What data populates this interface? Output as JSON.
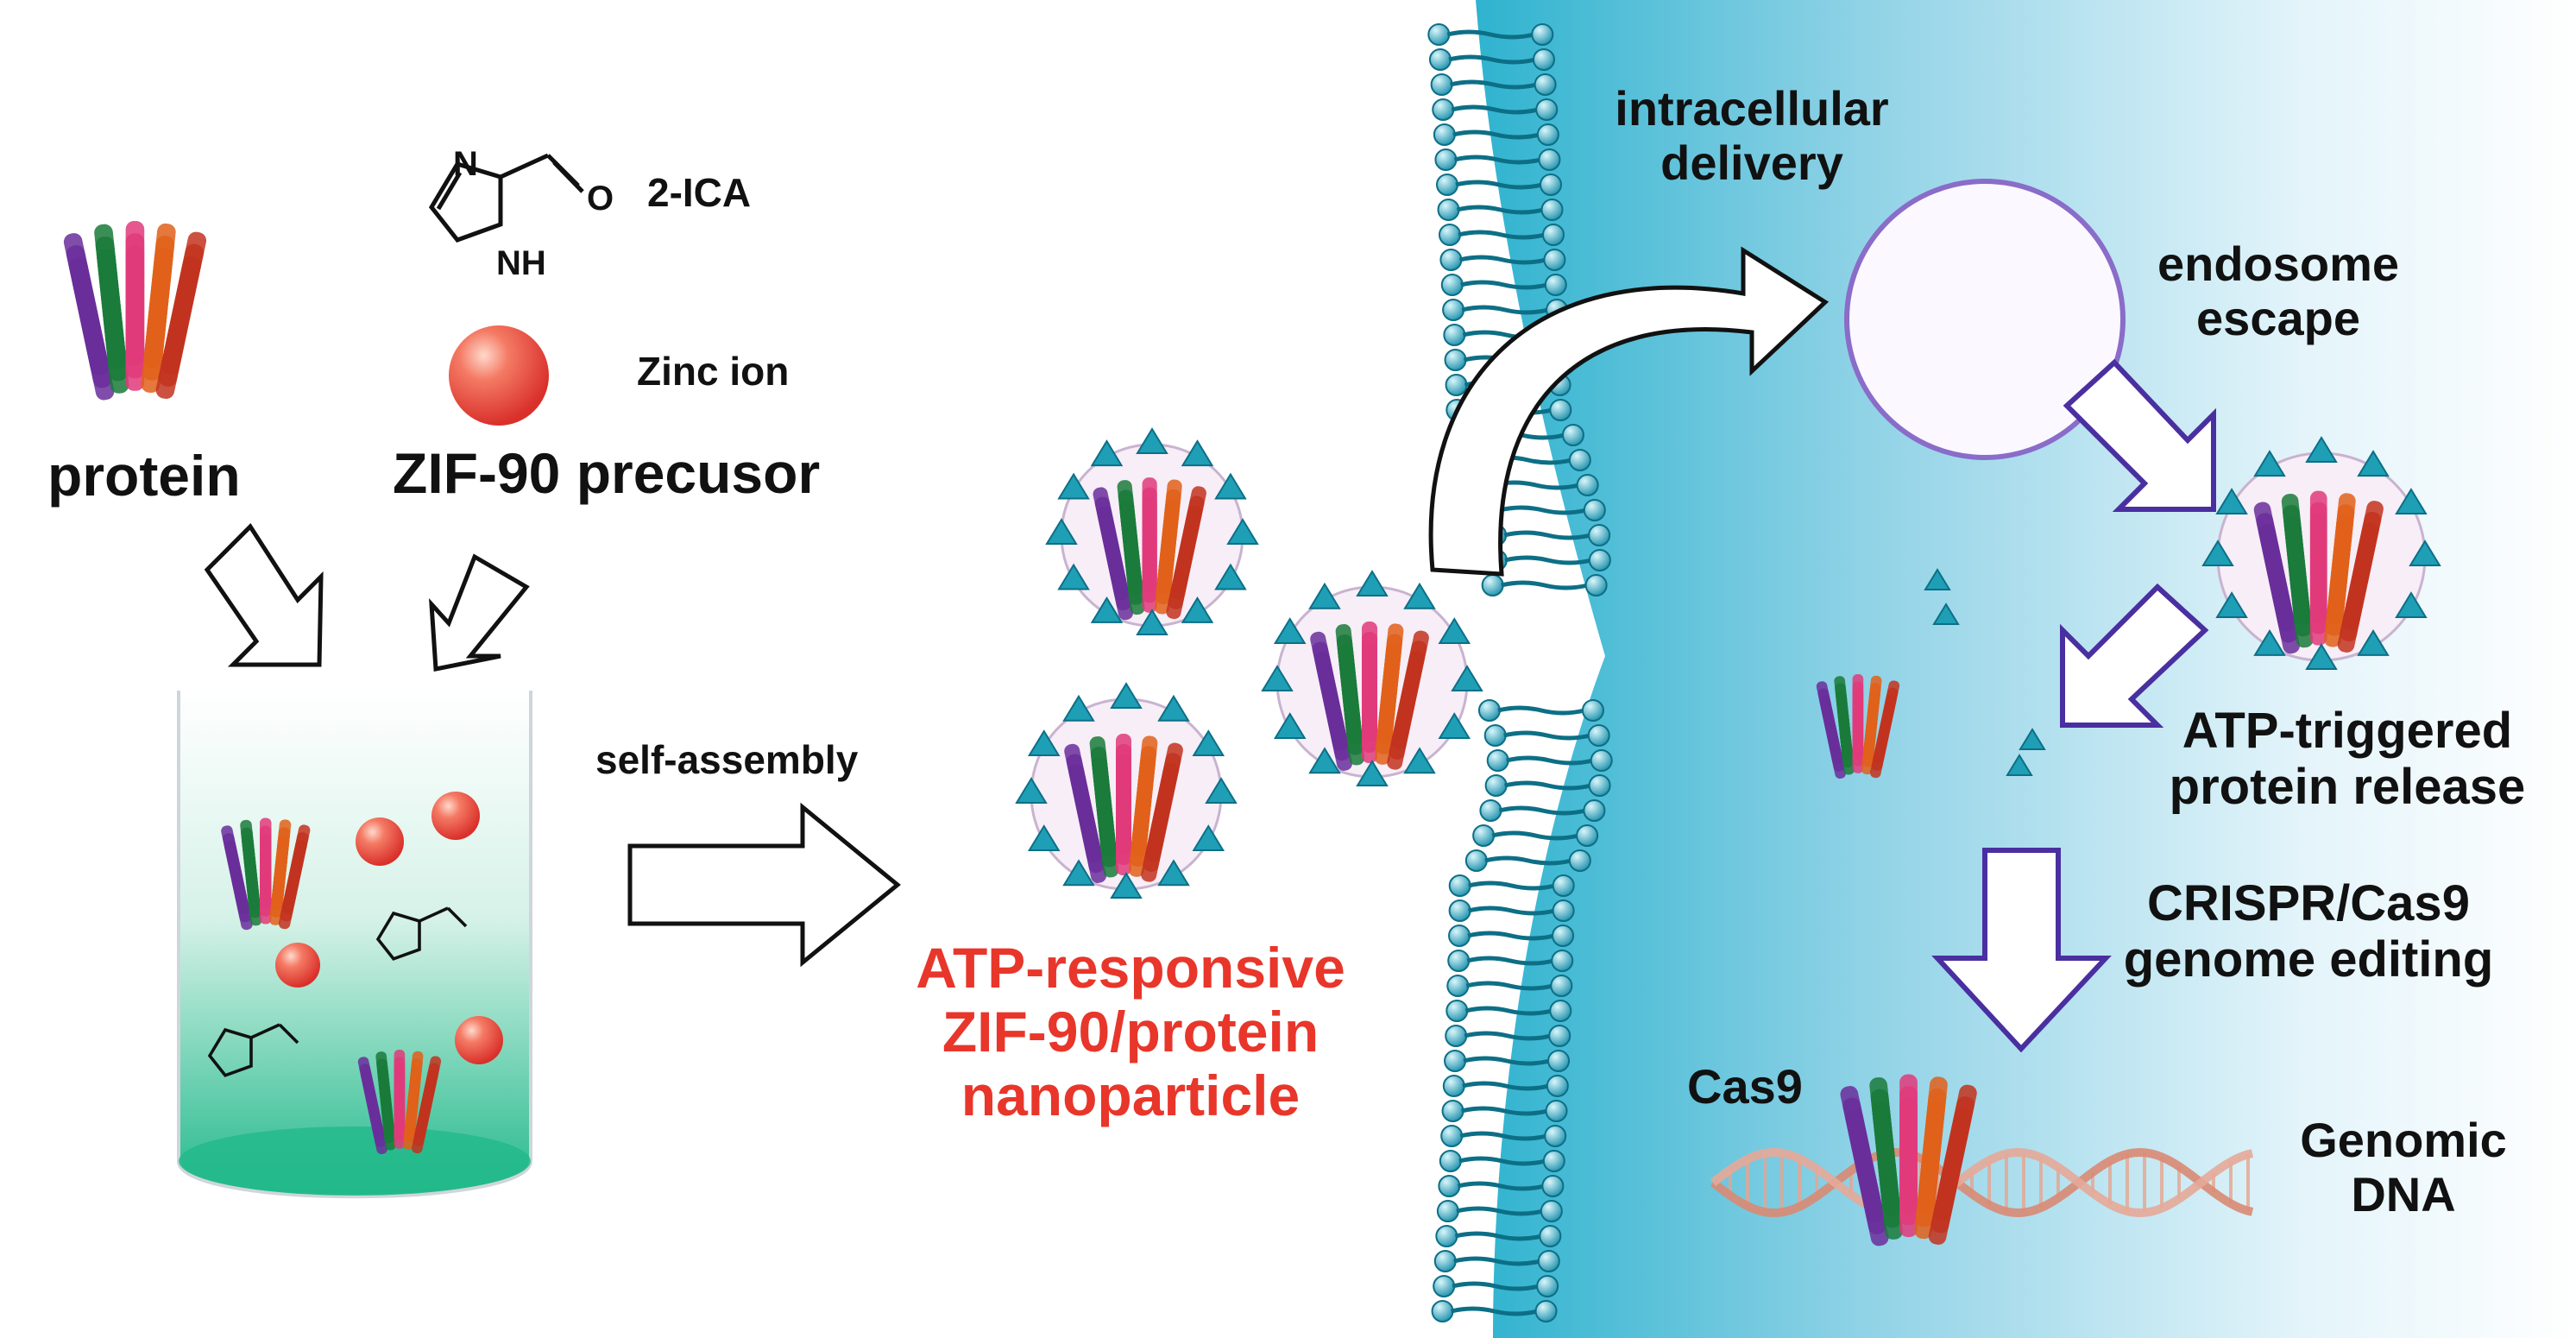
{
  "labels": {
    "ica": "2-ICA",
    "zinc": "Zinc ion",
    "protein": "protein",
    "precursor": "ZIF-90 precusor",
    "self_assembly": "self-assembly",
    "np_line1": "ATP-responsive",
    "np_line2": "ZIF-90/protein",
    "np_line3": "nanoparticle",
    "intra_line1": "intracellular",
    "intra_line2": "delivery",
    "endo_line1": "endosome",
    "endo_line2": "escape",
    "atp_line1": "ATP-triggered",
    "atp_line2": "protein release",
    "crispr_line1": "CRISPR/Cas9",
    "crispr_line2": "genome editing",
    "cas9": "Cas9",
    "dna_line1": "Genomic",
    "dna_line2": "DNA"
  },
  "molecule_atoms": {
    "n": "N",
    "nh": "NH",
    "o": "O"
  },
  "colors": {
    "accent_red": "#e8362b",
    "membrane_teal": "#2bb5cf",
    "cell_blue": "#cfeaf5",
    "solution_green": "#2ec39a",
    "arrow_purple": "#4a2fa0",
    "zinc_sphere": "#ef5a4a"
  }
}
